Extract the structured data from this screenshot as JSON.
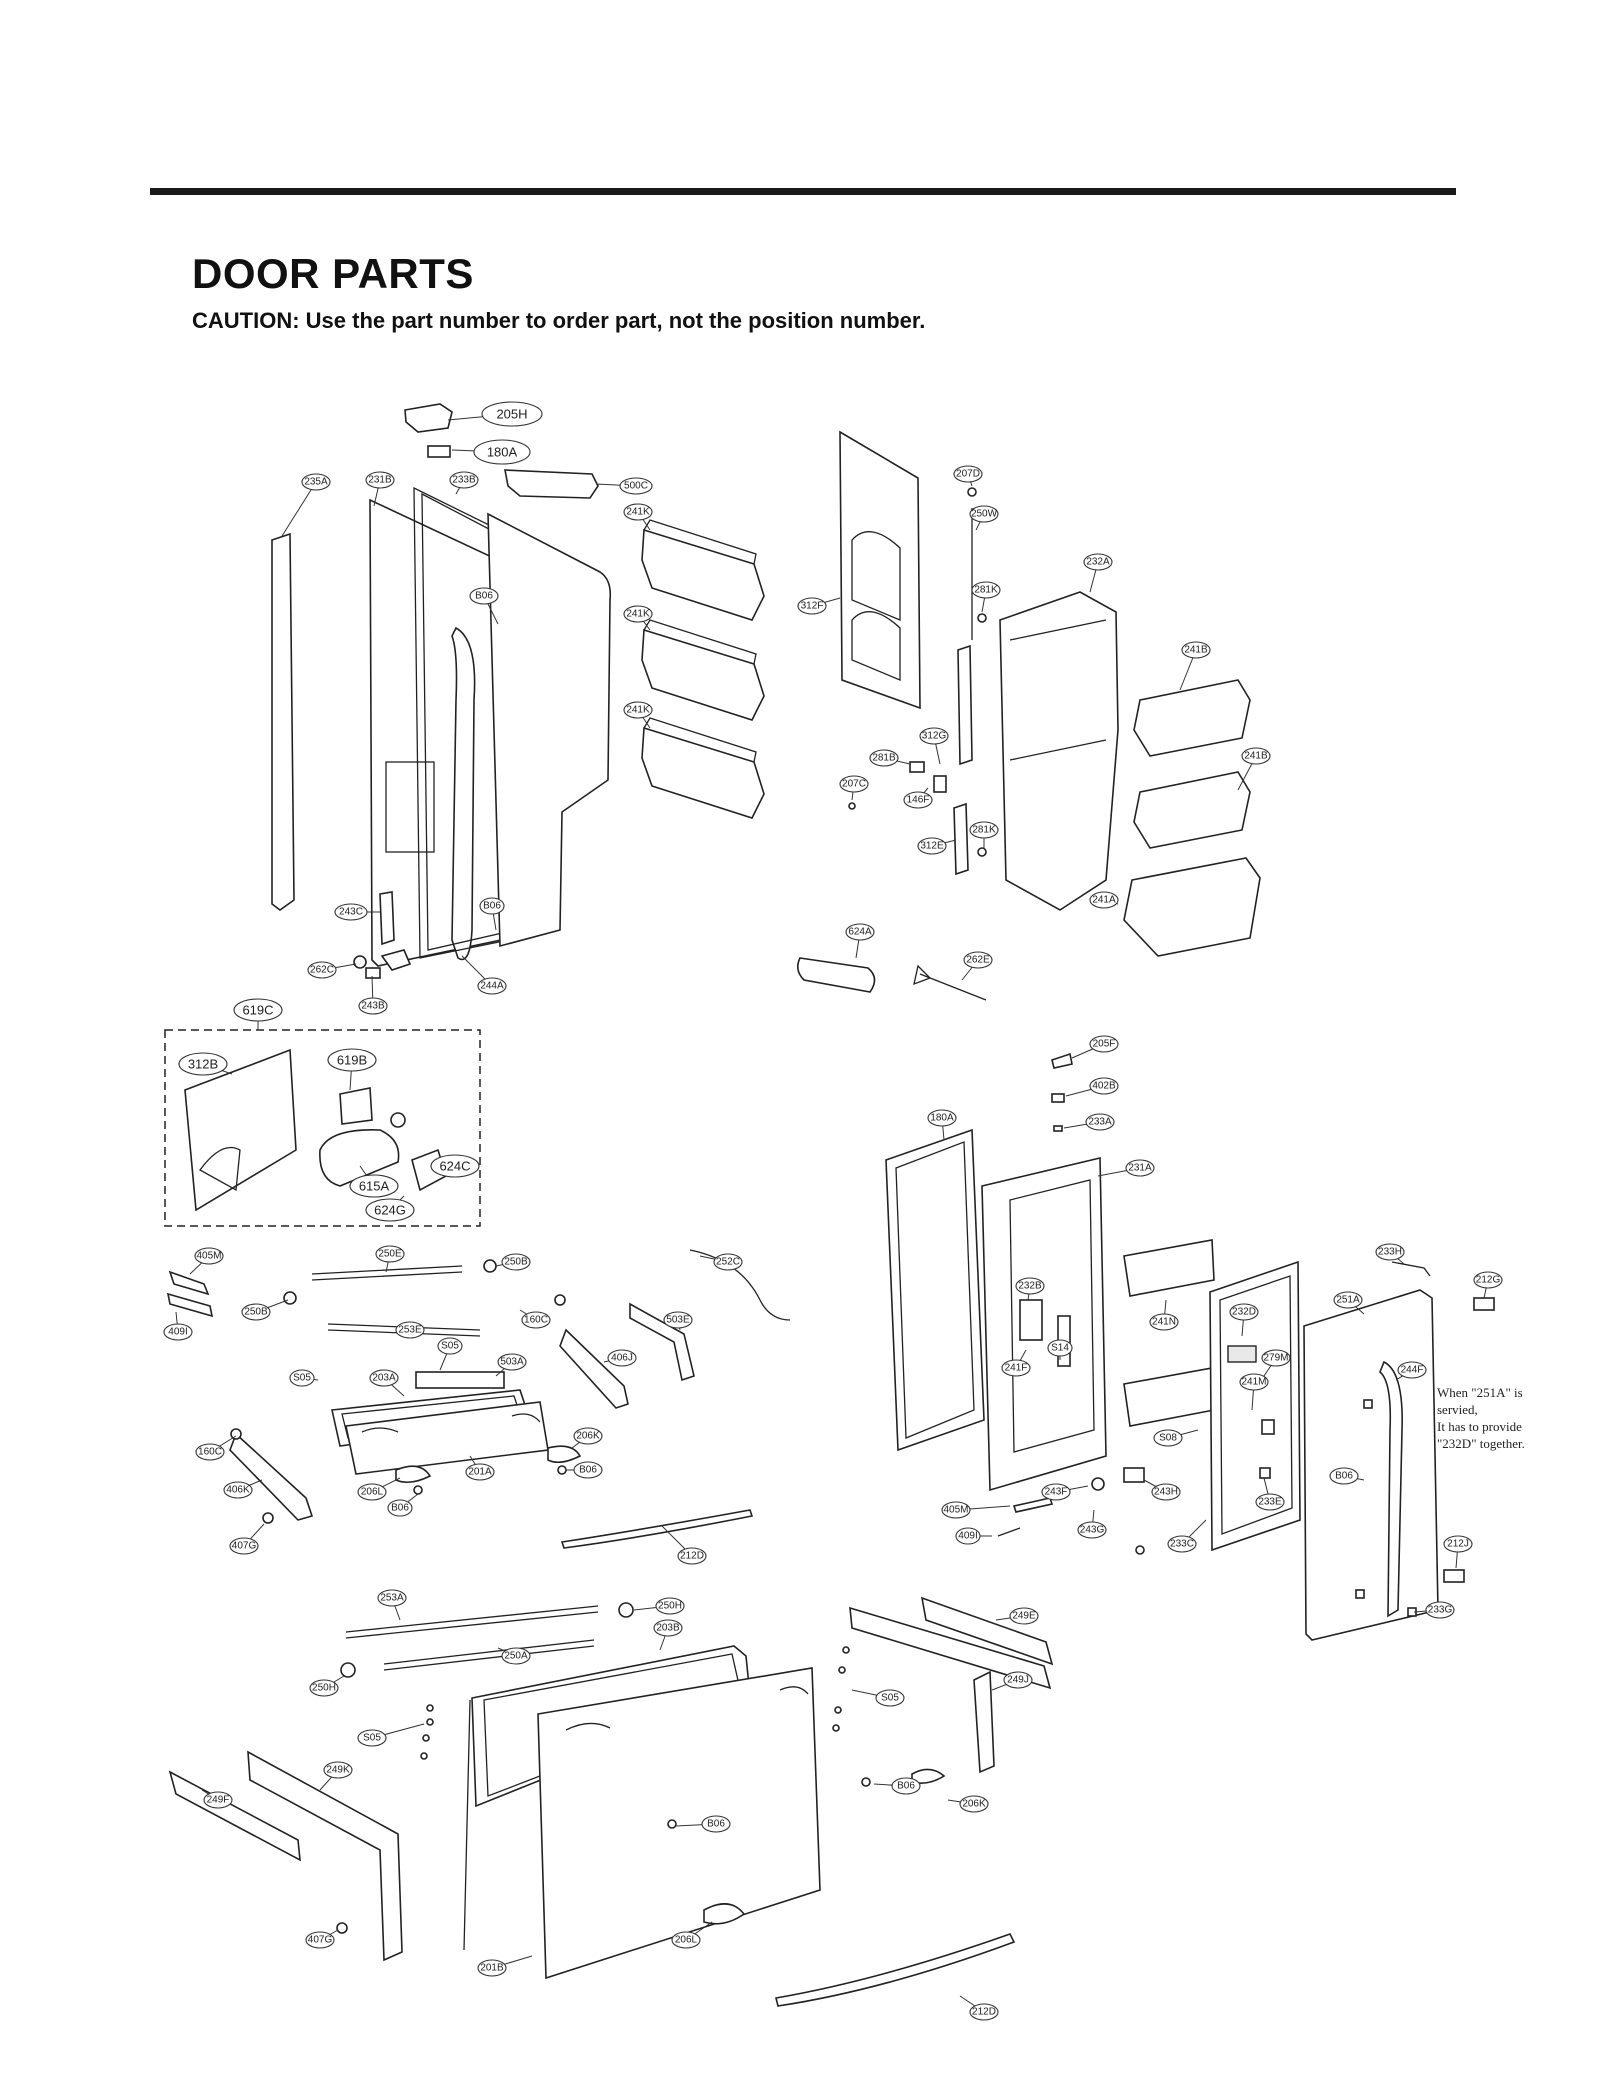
{
  "header": {
    "title": "DOOR PARTS",
    "caution": "CAUTION: Use the part number to order part, not the position number."
  },
  "note": {
    "line1": "When \"251A\" is",
    "line2": "servied,",
    "line3": "It has to provide",
    "line4": "\"232D\" together."
  },
  "callouts": [
    "205H",
    "180A",
    "500C",
    "235A",
    "231B",
    "233B",
    "241K",
    "B06",
    "241K",
    "241K",
    "243C",
    "B06",
    "262C",
    "244A",
    "243B",
    "619C",
    "312B",
    "619B",
    "615A",
    "624G",
    "624C",
    "207D",
    "250W",
    "232A",
    "281K",
    "312F",
    "241B",
    "312G",
    "281B",
    "241B",
    "207C",
    "146F",
    "281K",
    "312E",
    "241A",
    "624A",
    "262E",
    "205F",
    "402B",
    "233A",
    "180A",
    "231A",
    "405M",
    "250E",
    "250B",
    "252C",
    "250B",
    "409I",
    "253E",
    "160C",
    "503E",
    "S05",
    "406J",
    "503A",
    "S05",
    "203A",
    "206K",
    "160C",
    "201A",
    "B06",
    "406K",
    "206L",
    "B06",
    "407G",
    "212D",
    "233H",
    "212G",
    "232B",
    "251A",
    "241N",
    "232D",
    "244F",
    "S14",
    "279M",
    "241F",
    "241M",
    "S08",
    "B06",
    "405M",
    "243F",
    "243H",
    "233E",
    "409I",
    "243G",
    "233C",
    "212J",
    "233G",
    "253A",
    "250H",
    "203B",
    "249E",
    "250A",
    "250H",
    "S05",
    "249J",
    "S05",
    "249K",
    "249F",
    "B06",
    "206K",
    "B06",
    "407G",
    "201B",
    "206L",
    "212D"
  ]
}
